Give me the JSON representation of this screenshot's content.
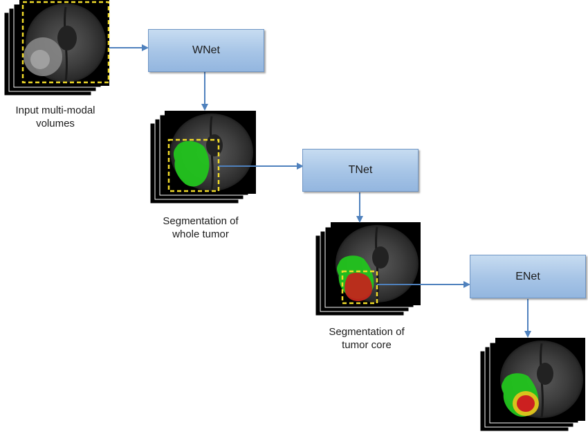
{
  "stages": [
    {
      "box_label": "WNet",
      "caption": [
        "Input multi-modal",
        "volumes"
      ]
    },
    {
      "box_label": "TNet",
      "caption": [
        "Segmentation of",
        "whole tumor"
      ]
    },
    {
      "box_label": "ENet",
      "caption": [
        "Segmentation of",
        "tumor core"
      ]
    }
  ],
  "colors": {
    "arrow": "#4f81bd",
    "whole_tumor": "#22c41e",
    "tumor_core": "#c2261c",
    "enhancing_core": "#cc2020",
    "roi_box": "#f2dc2a"
  }
}
